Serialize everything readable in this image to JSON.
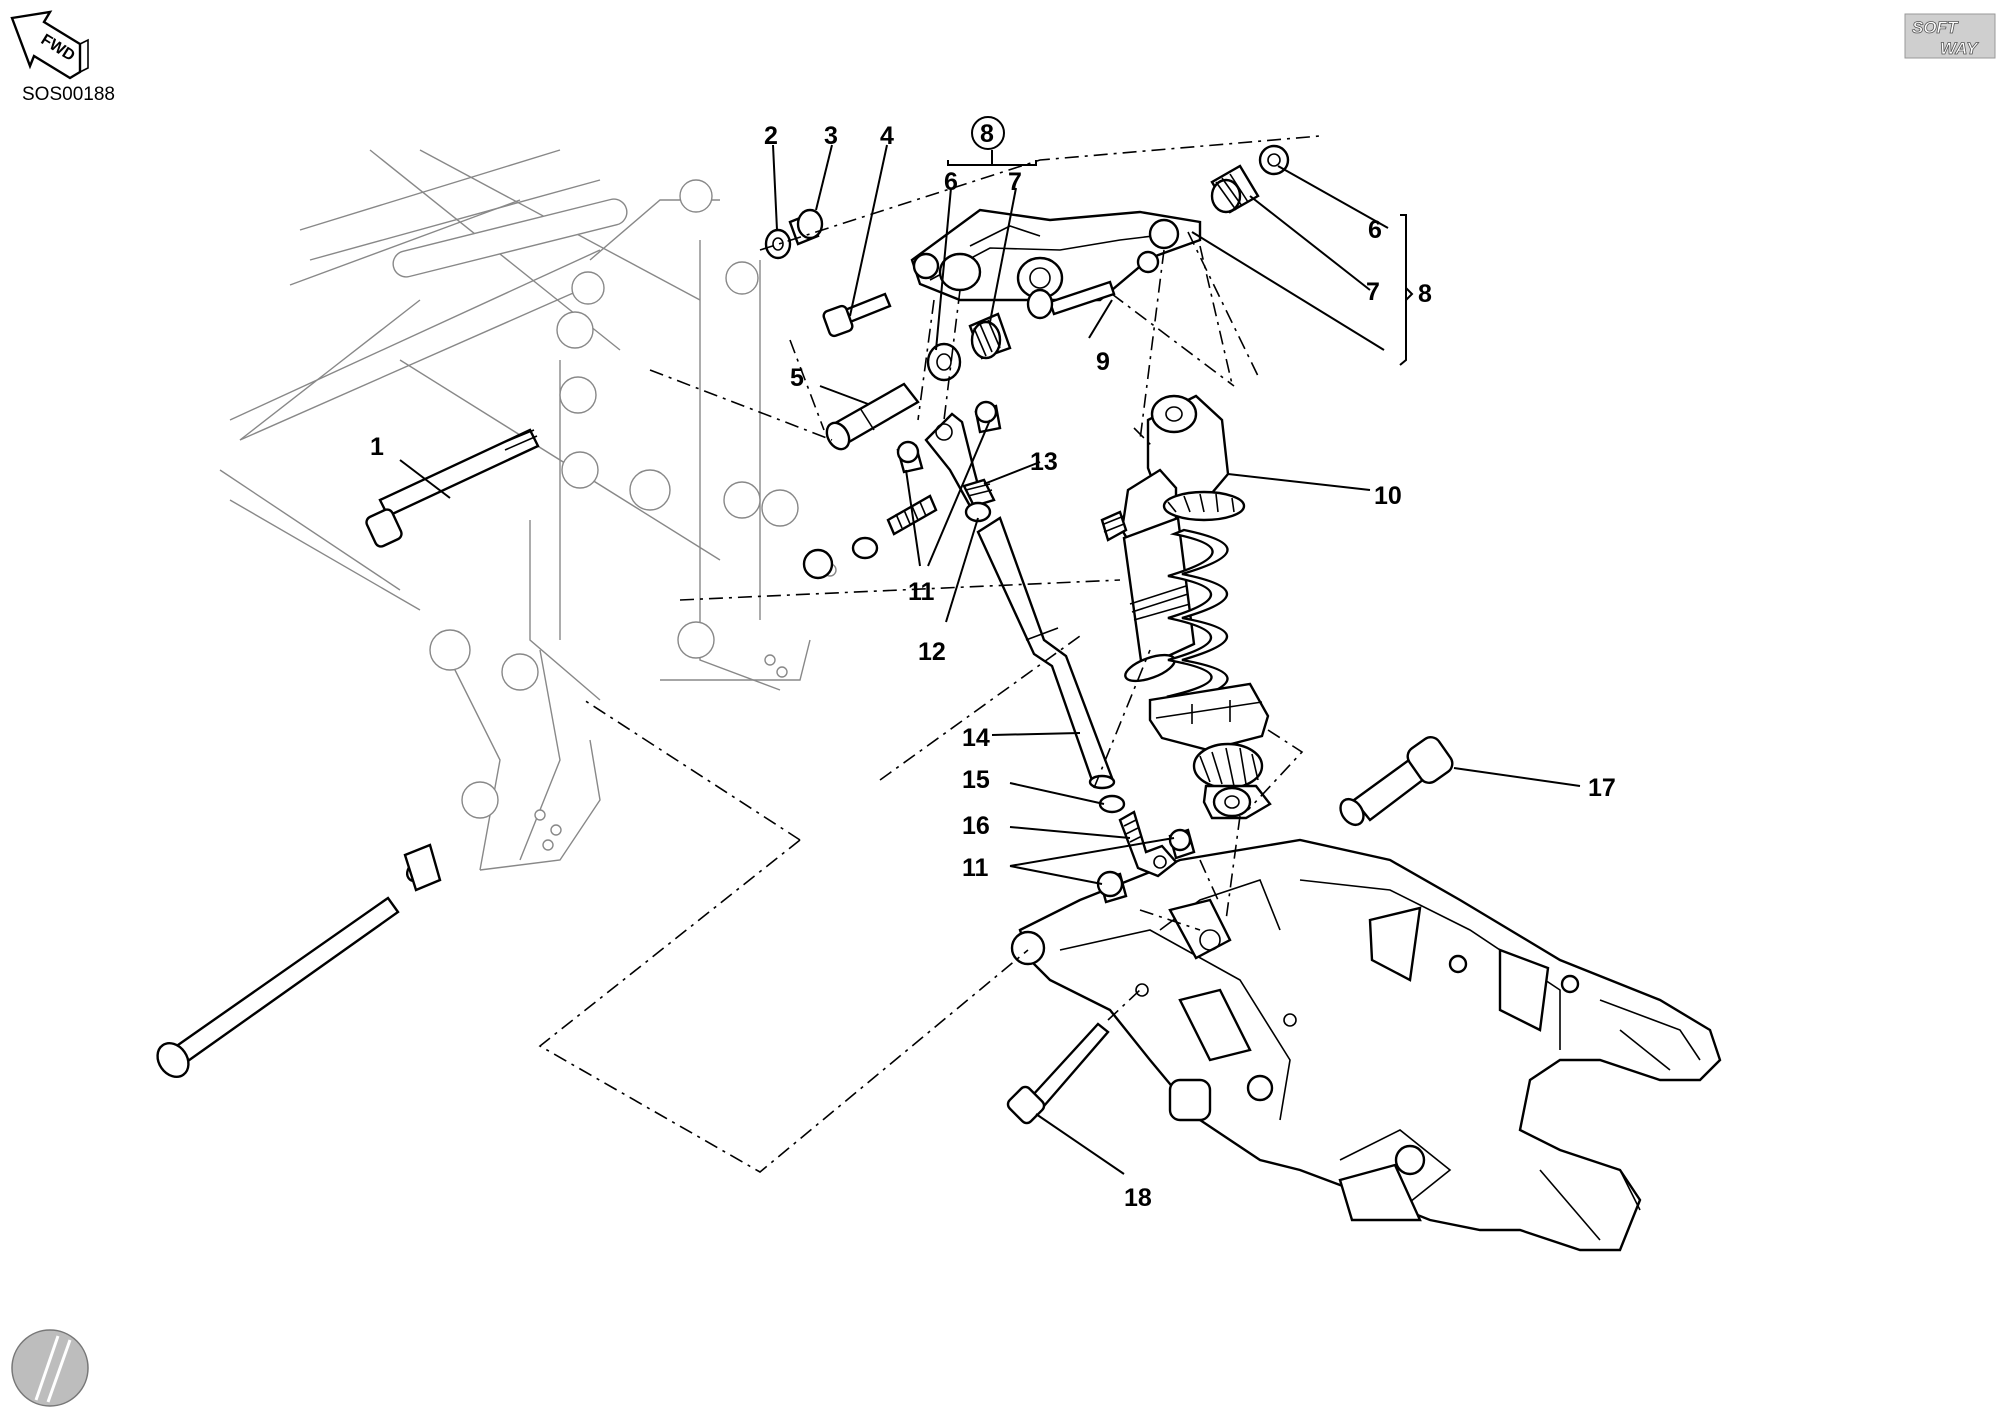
{
  "header": {
    "fwd_label": "FWD",
    "drawing_code": "SOS00188",
    "brand_logo_top": "SOFT",
    "brand_logo_bottom": "WAY"
  },
  "callouts": {
    "c1": "1",
    "c2": "2",
    "c3": "3",
    "c4": "4",
    "c5": "5",
    "c6a": "6",
    "c7a": "7",
    "c8a": "8",
    "c6b": "6",
    "c7b": "7",
    "c8b": "8",
    "c9": "9",
    "c10": "10",
    "c11a": "11",
    "c11b": "11",
    "c12": "12",
    "c13": "13",
    "c14": "14",
    "c15": "15",
    "c16": "16",
    "c17": "17",
    "c18": "18"
  },
  "colors": {
    "ink": "#000000",
    "frame": "#888888",
    "paper": "#ffffff"
  }
}
